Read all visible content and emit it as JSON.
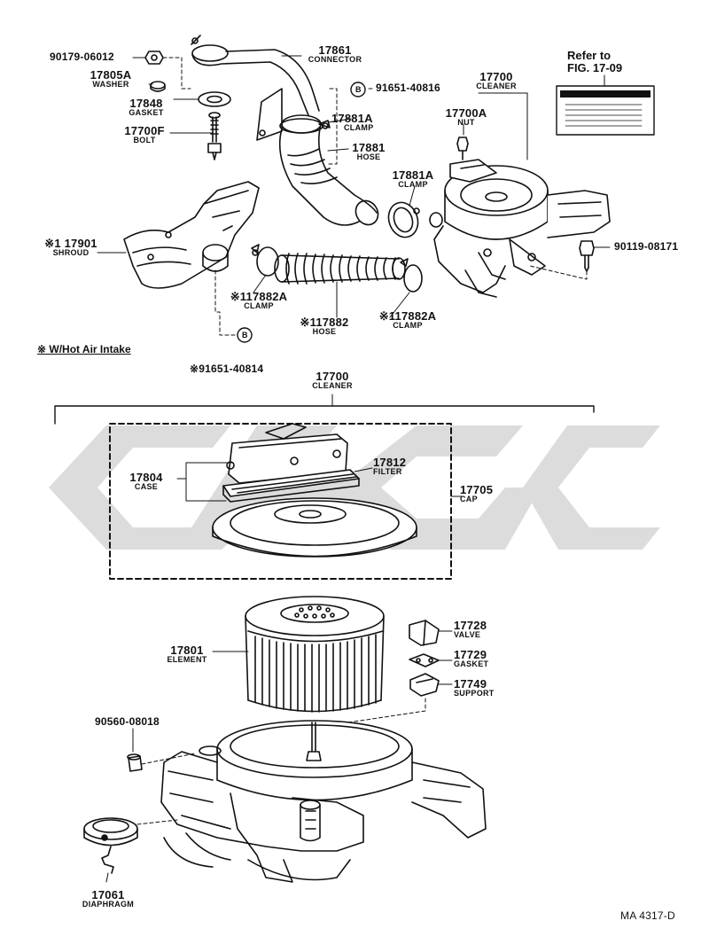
{
  "diagram": {
    "reference_code": "MA 4317-D",
    "refer_note": {
      "line1": "Refer to",
      "line2": "FIG. 17-09"
    },
    "section_title": "※ W/Hot Air Intake",
    "bolt_marker": "B",
    "parts": {
      "p90179": {
        "number": "90179-06012"
      },
      "p17805A": {
        "number": "17805A",
        "name": "WASHER"
      },
      "p17848": {
        "number": "17848",
        "name": "GASKET"
      },
      "p17700F": {
        "number": "17700F",
        "name": "BOLT"
      },
      "p17861": {
        "number": "17861",
        "name": "CONNECTOR"
      },
      "p91651_40816": {
        "number": "91651-40816"
      },
      "p17700_top": {
        "number": "17700",
        "name": "CLEANER"
      },
      "p17881A_top": {
        "number": "17881A",
        "name": "CLAMP"
      },
      "p17700A": {
        "number": "17700A",
        "name": "NUT"
      },
      "p17881": {
        "number": "17881",
        "name": "HOSE"
      },
      "p17881A_mid": {
        "number": "17881A",
        "name": "CLAMP"
      },
      "p17901": {
        "number": "※1 17901",
        "name": "SHROUD"
      },
      "p90119": {
        "number": "90119-08171"
      },
      "p17882A_left": {
        "number": "※117882A",
        "name": "CLAMP"
      },
      "p17882": {
        "number": "※117882",
        "name": "HOSE"
      },
      "p17882A_right": {
        "number": "※117882A",
        "name": "CLAMP"
      },
      "p91651_40814": {
        "number": "※91651-40814"
      },
      "p17700_mid": {
        "number": "17700",
        "name": "CLEANER"
      },
      "p17804": {
        "number": "17804",
        "name": "CASE"
      },
      "p17812": {
        "number": "17812",
        "name": "FILTER"
      },
      "p17705": {
        "number": "17705",
        "name": "CAP"
      },
      "p17801": {
        "number": "17801",
        "name": "ELEMENT"
      },
      "p17728": {
        "number": "17728",
        "name": "VALVE"
      },
      "p17729": {
        "number": "17729",
        "name": "GASKET"
      },
      "p17749": {
        "number": "17749",
        "name": "SUPPORT"
      },
      "p90560": {
        "number": "90560-08018"
      },
      "p17061": {
        "number": "17061",
        "name": "DIAPHRAGM"
      }
    }
  }
}
